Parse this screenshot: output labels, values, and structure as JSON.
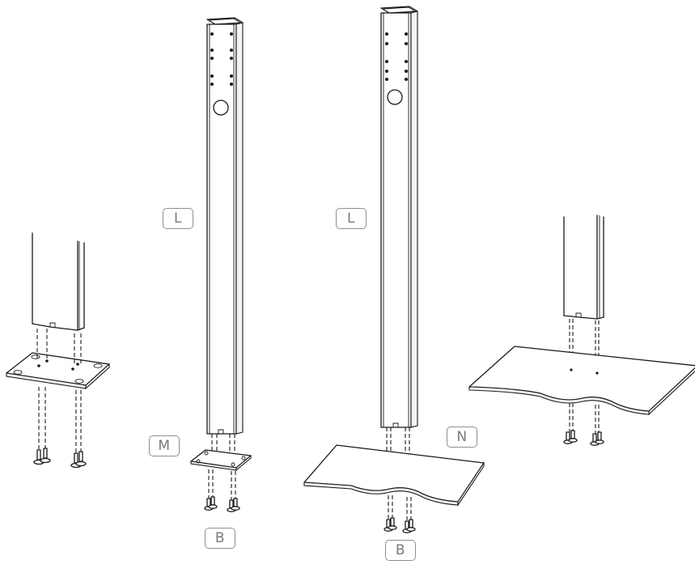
{
  "labels": {
    "l1": "L",
    "l2": "L",
    "m": "M",
    "n": "N",
    "b1": "B",
    "b2": "B"
  },
  "colors": {
    "line": "#1a1a1a",
    "label_border": "#8f8f8f",
    "label_text": "#7a7a7a"
  }
}
